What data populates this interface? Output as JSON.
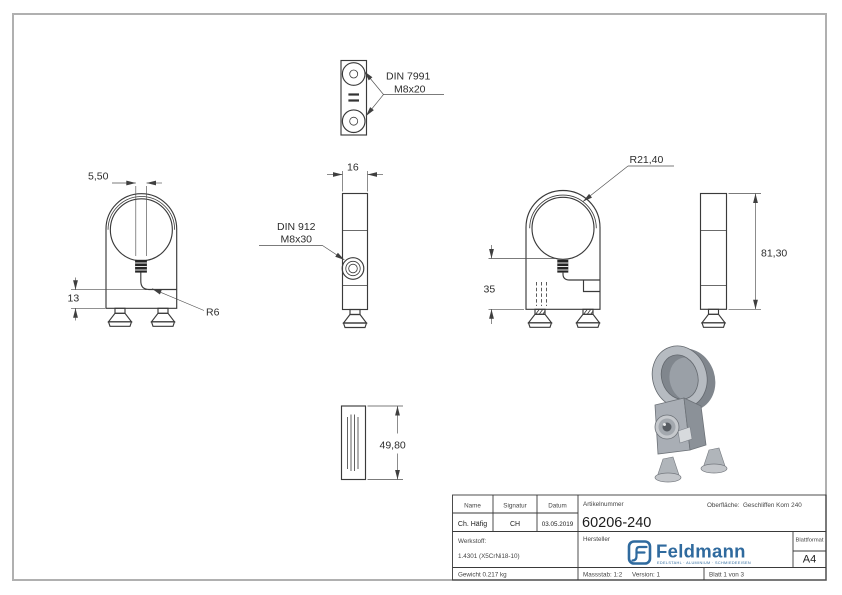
{
  "annotations": {
    "din7991_line1": "DIN 7991",
    "din7991_line2": "M8x20",
    "din912_line1": "DIN 912",
    "din912_line2": "M8x30",
    "radius_fillet": "R6",
    "radius_ring": "R21,40",
    "dim_slot_width": "5,50",
    "dim_base_height": "13",
    "dim_width": "16",
    "dim_clamp_height": "35",
    "dim_total_height": "81,30",
    "dim_length": "49,80"
  },
  "title_block": {
    "name_label": "Name",
    "signature_label": "Signatur",
    "date_label": "Datum",
    "name_value": "Ch. Häfig",
    "signature_value": "CH",
    "date_value": "03.05.2019",
    "article_label": "Artikelnummer",
    "article_number": "60206-240",
    "surface_label": "Oberfläche:",
    "surface_value": "Geschliffen Korn 240",
    "material_label": "Werkstoff:",
    "material_value": "1.4301 (X5CrNi18-10)",
    "manufacturer_label": "Hersteller",
    "logo_name": "Feldmann",
    "logo_tagline": "EDELSTAHL · ALUMINIUM · SCHMIEDEEISEN",
    "format_label": "Blattformat",
    "format_value": "A4",
    "weight": "Gewicht 0.217 kg",
    "scale": "Massstab: 1:2",
    "version": "Version: 1",
    "sheet": "Blatt 1 von 3"
  },
  "colors": {
    "line": "#3a3a3a",
    "dim_line": "#4f4f4f",
    "border": "#b0b0b0",
    "logo_blue": "#2f6a9e",
    "render_gray": "#b6bbc1"
  }
}
